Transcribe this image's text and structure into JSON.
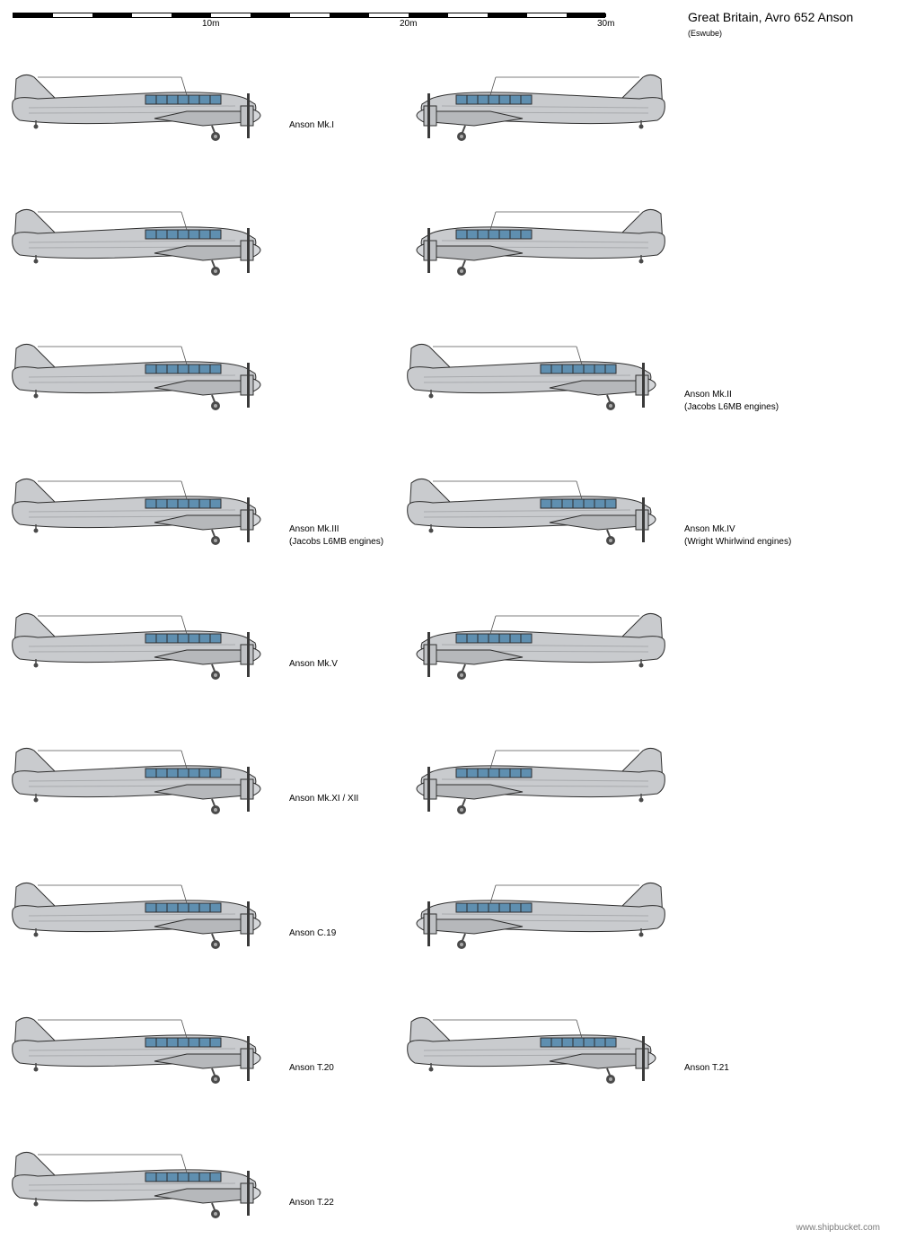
{
  "header": {
    "title": "Great Britain, Avro 652 Anson",
    "subtitle": "(Eswube)"
  },
  "scale": {
    "tick_labels": [
      "10m",
      "20m",
      "30m"
    ]
  },
  "footer": {
    "watermark": "www.shipbucket.com"
  },
  "colors": {
    "fuselage": "#c9cbce",
    "outline": "#2e2e2e",
    "glazing": "#5f8fb0",
    "undercarriage": "#4a4a4a",
    "lines": "#a8aaad"
  },
  "rows": [
    {
      "left": {
        "label": "Anson Mk.I",
        "label2": ""
      },
      "right": {
        "label": "",
        "label2": ""
      }
    },
    {
      "left": {
        "label": "",
        "label2": ""
      },
      "right": {
        "label": "",
        "label2": ""
      }
    },
    {
      "left": {
        "label": "",
        "label2": ""
      },
      "right": {
        "label": "Anson Mk.II",
        "label2": "(Jacobs L6MB engines)"
      }
    },
    {
      "left": {
        "label": "Anson Mk.III",
        "label2": "(Jacobs L6MB engines)"
      },
      "right": {
        "label": "Anson Mk.IV",
        "label2": "(Wright Whirlwind engines)"
      }
    },
    {
      "left": {
        "label": "Anson Mk.V",
        "label2": ""
      },
      "right": {
        "label": "",
        "label2": ""
      }
    },
    {
      "left": {
        "label": "Anson Mk.XI / XII",
        "label2": ""
      },
      "right": {
        "label": "",
        "label2": ""
      }
    },
    {
      "left": {
        "label": "Anson C.19",
        "label2": ""
      },
      "right": {
        "label": "",
        "label2": ""
      }
    },
    {
      "left": {
        "label": "Anson T.20",
        "label2": ""
      },
      "right": {
        "label": "Anson T.21",
        "label2": ""
      }
    },
    {
      "left": {
        "label": "Anson T.22",
        "label2": ""
      },
      "right": null
    }
  ]
}
